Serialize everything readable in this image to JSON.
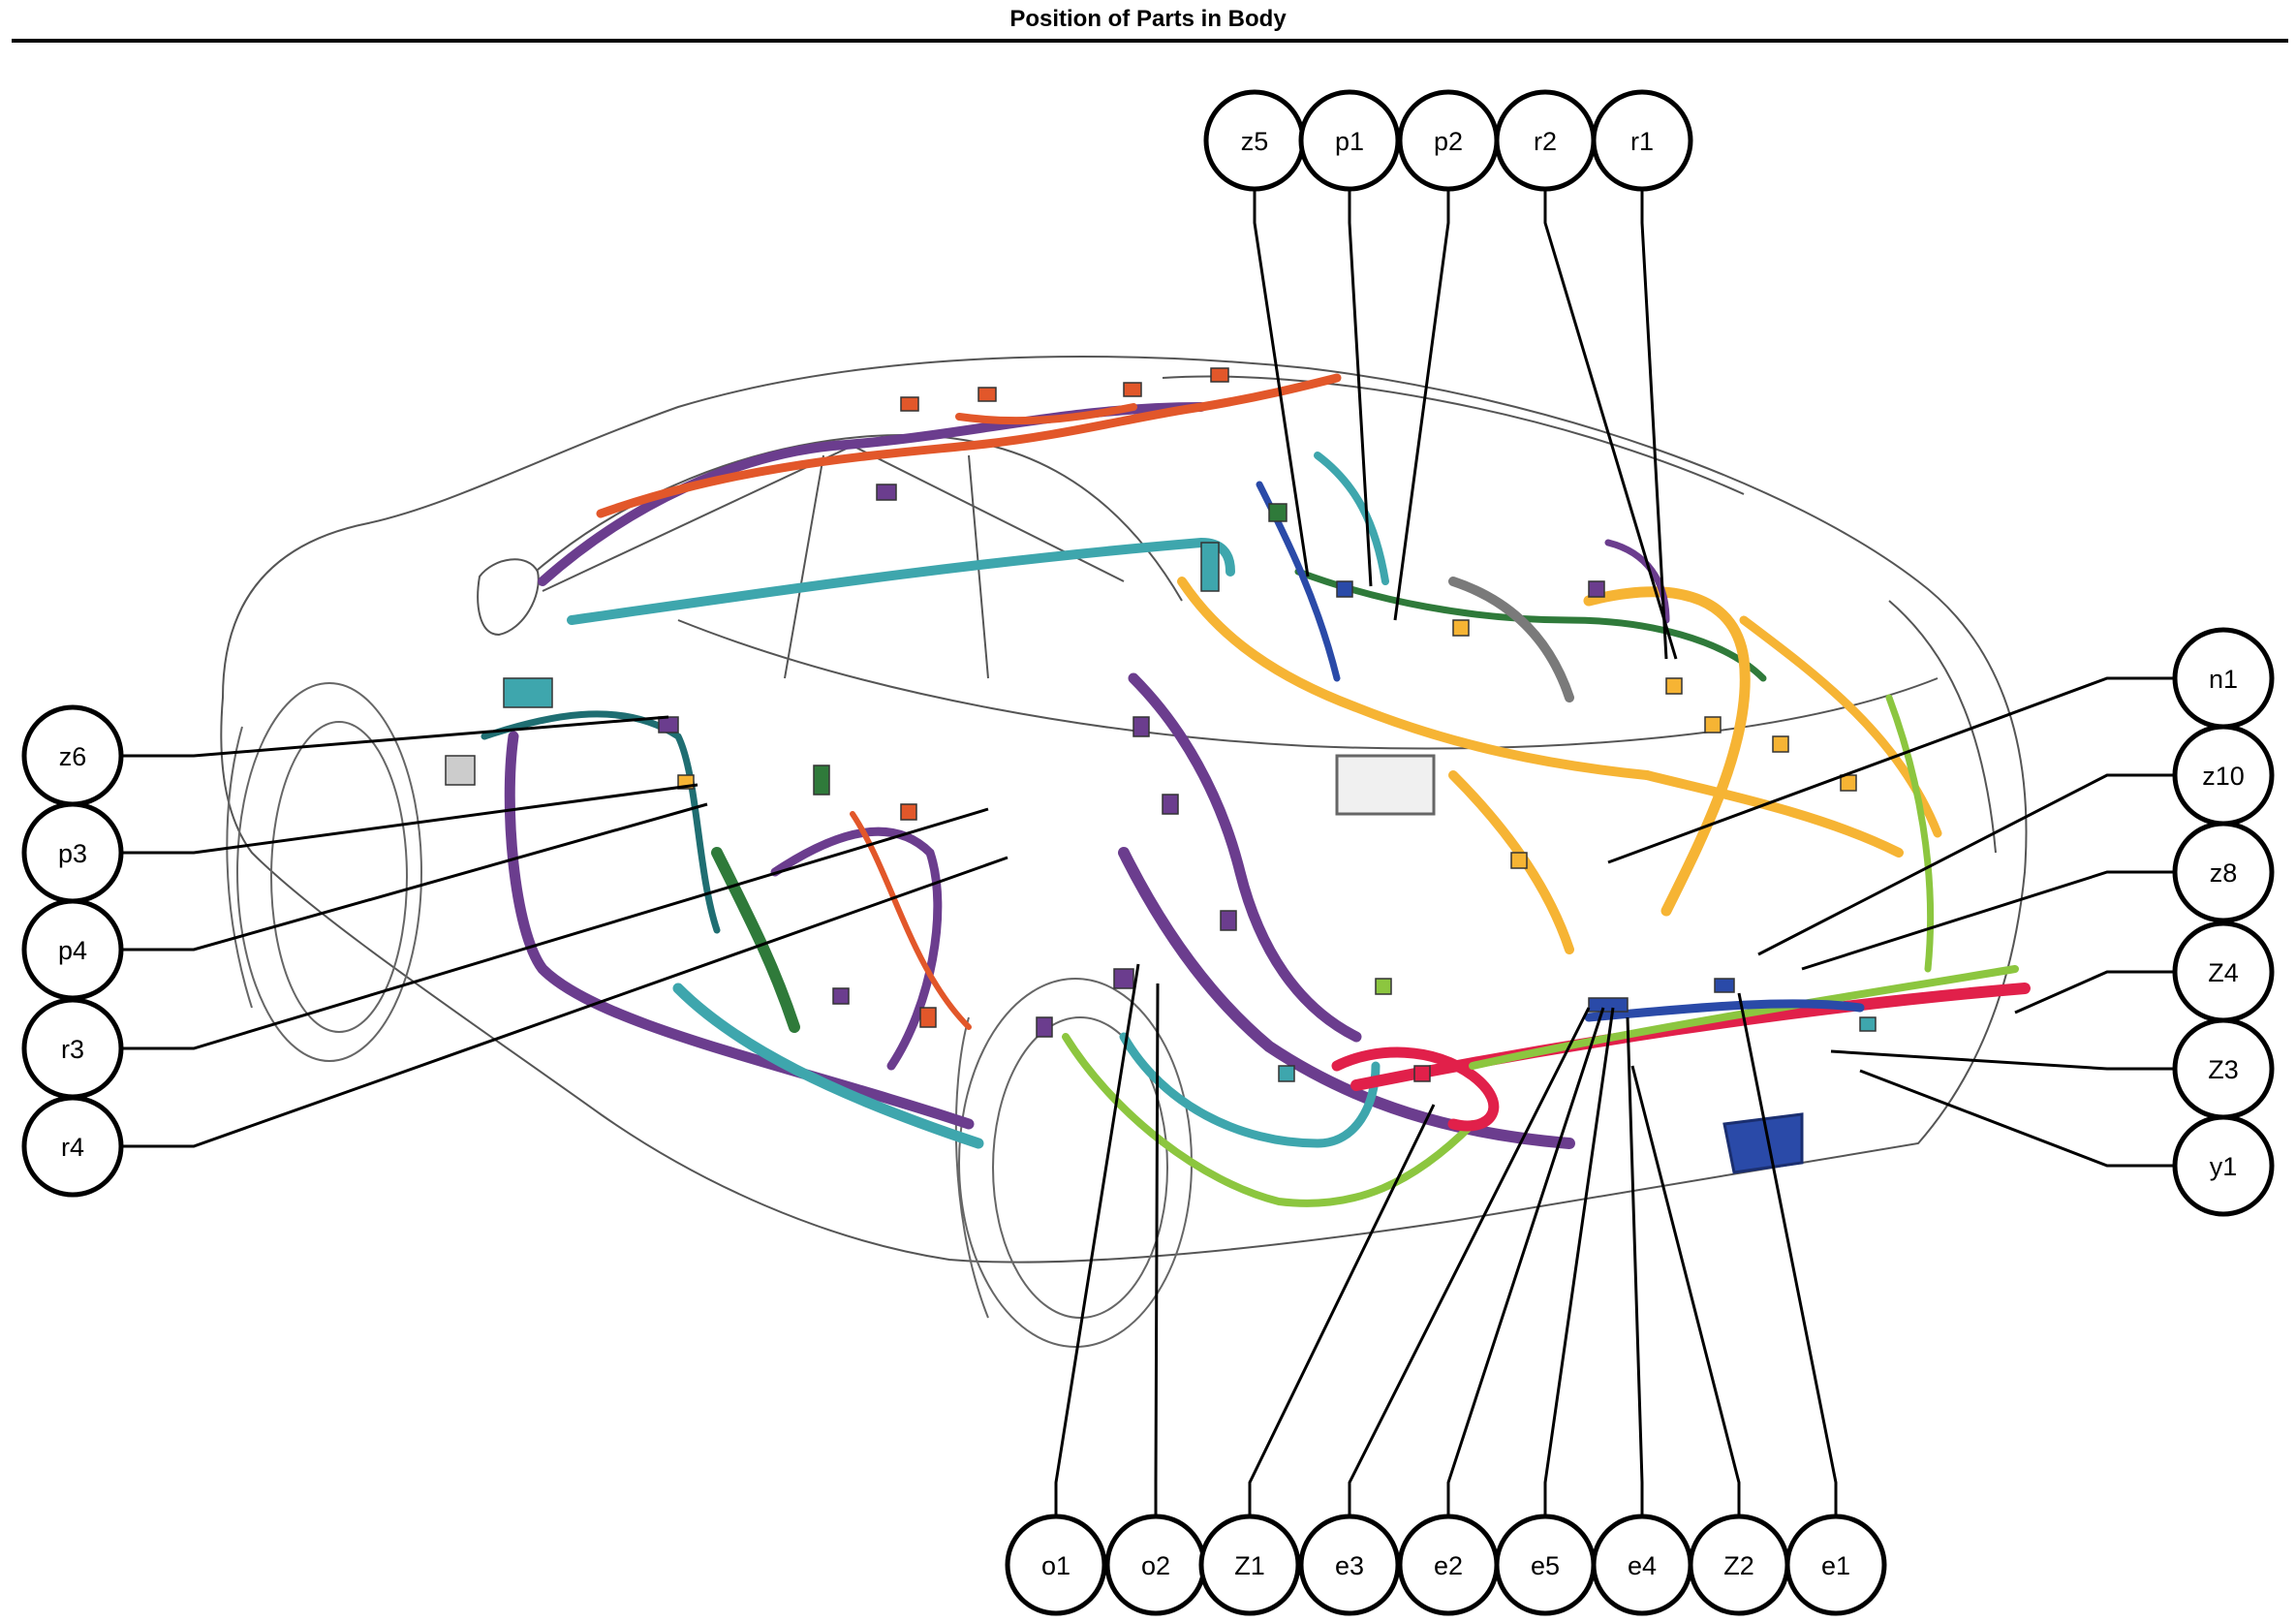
{
  "title": "Position of Parts in Body",
  "colors": {
    "orange_red": "#e2572a",
    "orange": "#f6b434",
    "purple": "#6b3d8e",
    "teal": "#3ea6ad",
    "dark_teal": "#1f6e72",
    "green": "#2f7a3a",
    "lime": "#8cc63f",
    "red": "#e1204a",
    "blue": "#2a4aa8",
    "gray": "#7a7a7a"
  },
  "callouts": [
    {
      "label": "z5"
    },
    {
      "label": "p1"
    },
    {
      "label": "p2"
    },
    {
      "label": "r2"
    },
    {
      "label": "r1"
    },
    {
      "label": "z6"
    },
    {
      "label": "p3"
    },
    {
      "label": "p4"
    },
    {
      "label": "r3"
    },
    {
      "label": "r4"
    },
    {
      "label": "n1"
    },
    {
      "label": "z10"
    },
    {
      "label": "z8"
    },
    {
      "label": "Z4"
    },
    {
      "label": "Z3"
    },
    {
      "label": "y1"
    },
    {
      "label": "o1"
    },
    {
      "label": "o2"
    },
    {
      "label": "Z1"
    },
    {
      "label": "e3"
    },
    {
      "label": "e2"
    },
    {
      "label": "e5"
    },
    {
      "label": "e4"
    },
    {
      "label": "Z2"
    },
    {
      "label": "e1"
    }
  ]
}
